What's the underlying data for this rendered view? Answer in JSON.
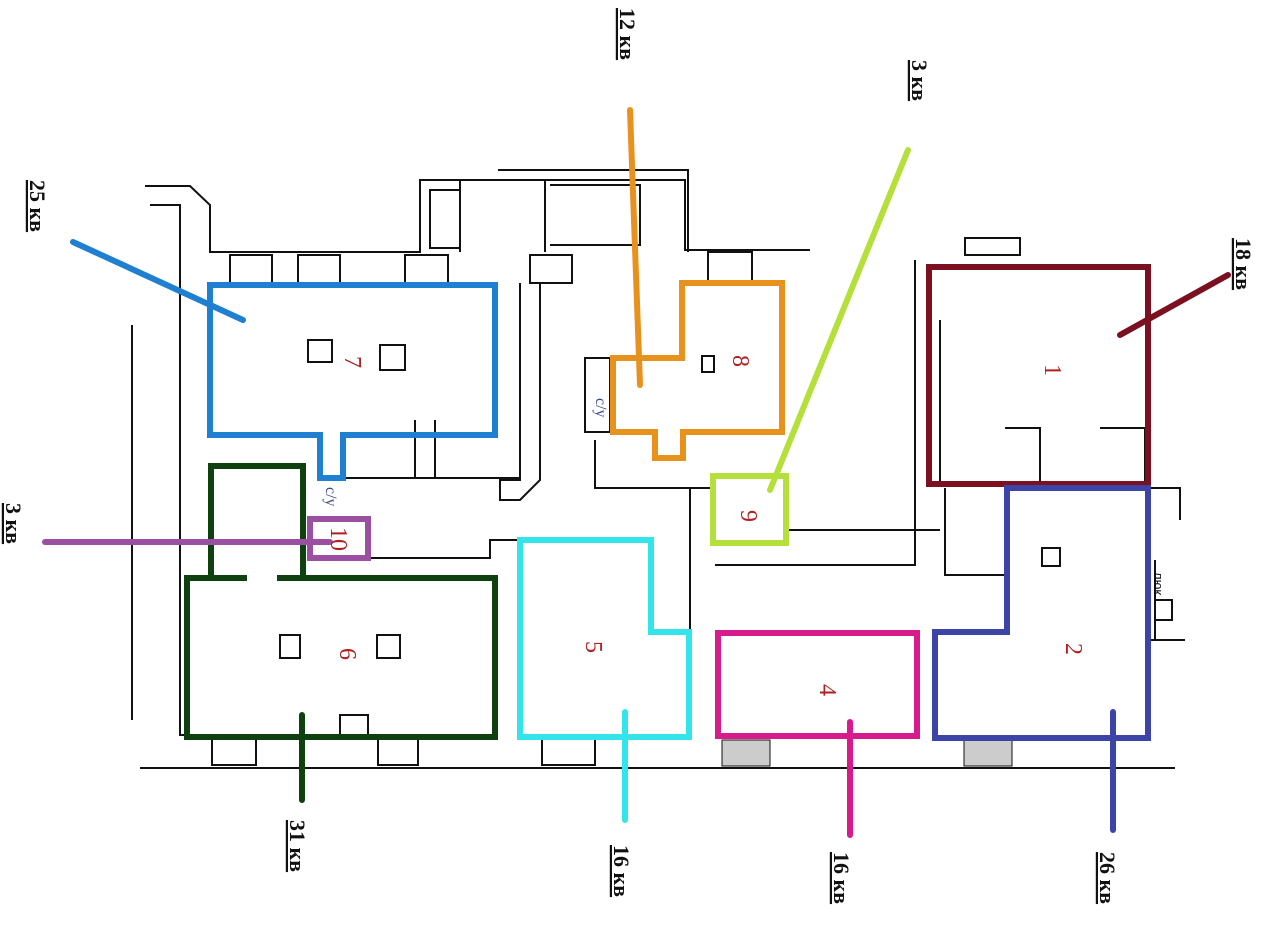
{
  "title": "Floor plan with room ownership labels",
  "rooms": [
    {
      "number": "1",
      "owner": "18 кв",
      "color": "#7a1020"
    },
    {
      "number": "2",
      "owner": "26 кв",
      "color": "#3c44a8"
    },
    {
      "number": "4",
      "owner": "16 кв",
      "color": "#d81b8c"
    },
    {
      "number": "5",
      "owner": "16 кв",
      "color": "#33e5ea"
    },
    {
      "number": "6",
      "owner": "31 кв",
      "color": "#0f4010"
    },
    {
      "number": "7",
      "owner": "25 кв",
      "color": "#1f7fd0"
    },
    {
      "number": "8",
      "owner": "12 кв",
      "color": "#e8921e"
    },
    {
      "number": "9",
      "owner": "3 кв",
      "color": "#b5e03c"
    },
    {
      "number": "10",
      "owner": "3 кв",
      "color": "#9b4fa0"
    }
  ],
  "annotations": {
    "bathroom": "с/у",
    "hatch": "люк"
  }
}
